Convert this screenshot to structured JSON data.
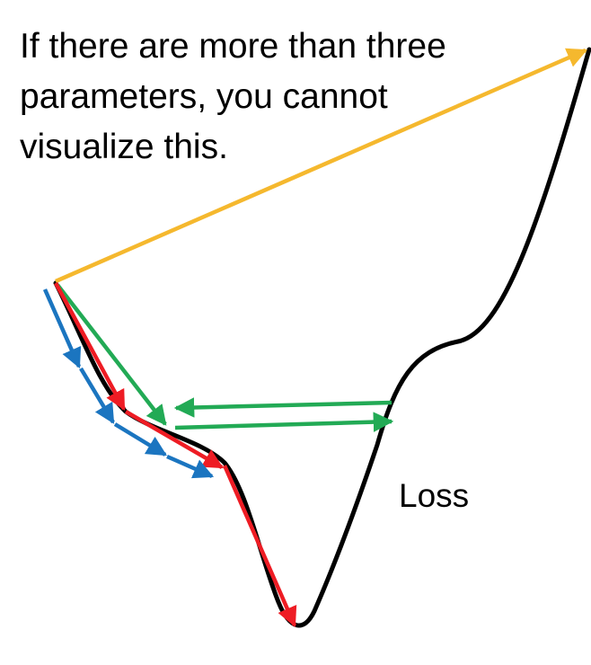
{
  "caption": {
    "lines": [
      "If there are more than three",
      "parameters, you cannot",
      "visualize this."
    ]
  },
  "loss_label": "Loss",
  "colors": {
    "curve": "#000000",
    "large_step": "#F5B82E",
    "medium_step": "#22AA55",
    "small_step": "#EE1C24",
    "tiny_step": "#1B75C0"
  }
}
